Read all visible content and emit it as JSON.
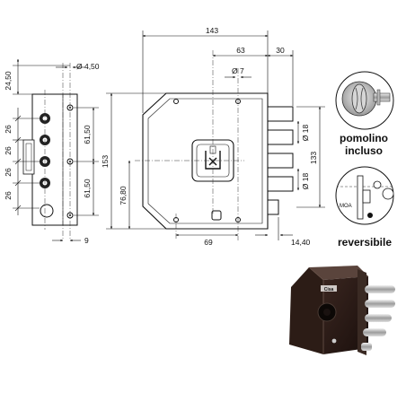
{
  "dimensions": {
    "width_total": "143",
    "width_upper": "63",
    "width_right": "30",
    "hole_top": "Ø 4,50",
    "hole_small": "Ø 7",
    "side_height": "24,50",
    "pitch_a": "26",
    "pitch_b": "26",
    "pitch_c": "26",
    "pitch_d": "26",
    "half_upper": "61,50",
    "half_lower": "61,50",
    "total_height": "153",
    "center_height": "76,80",
    "bolt_spacing": "133",
    "bolt_dia_upper": "Ø 18",
    "bolt_dia_lower": "Ø 18",
    "side_thickness": "9",
    "backset": "69",
    "bolt_projection": "14,40"
  },
  "labels": {
    "knob_line1": "pomolino",
    "knob_line2": "incluso",
    "reversible": "reversibile",
    "inset_text": "MOA",
    "brand": "Cisa"
  }
}
